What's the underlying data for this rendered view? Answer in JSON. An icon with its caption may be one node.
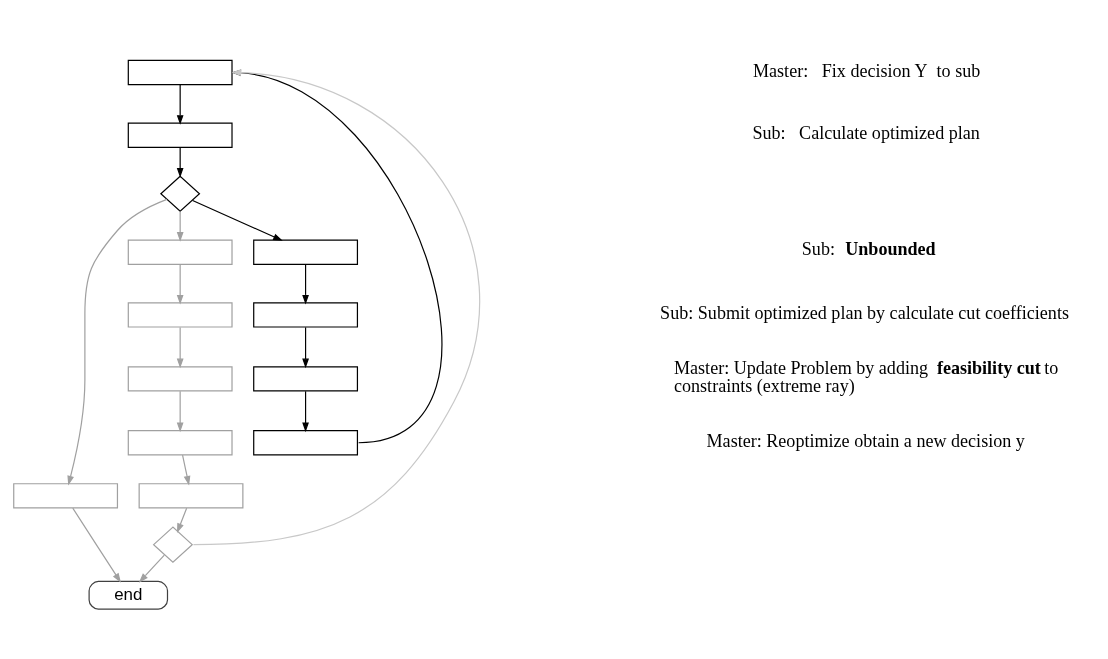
{
  "diagram": {
    "nodes": [
      {
        "text": [],
        "shape": "box"
      },
      {
        "text": [],
        "shape": "box"
      },
      {
        "text": [],
        "shape": "diamond"
      },
      {
        "text": [],
        "shape": "box"
      },
      {
        "text": [],
        "shape": "box"
      },
      {
        "text": [],
        "shape": "box"
      },
      {
        "text": [],
        "shape": "box"
      },
      {
        "text": [],
        "shape": "box"
      },
      {
        "text": [],
        "shape": "box"
      },
      {
        "text": [],
        "shape": "box"
      },
      {
        "text": [],
        "shape": "box"
      },
      {
        "text": [],
        "shape": "box"
      },
      {
        "text": [],
        "shape": "box"
      },
      {
        "text": [],
        "shape": "diamond"
      },
      {
        "text": [
          "end"
        ]
      }
    ],
    "edges": [
      {
        "from": 0,
        "to": 1,
        "arrow": "to",
        "color": "#000000"
      },
      {
        "from": 1,
        "to": 2,
        "arrow": "to",
        "color": "#000000"
      },
      {
        "from": 2,
        "to": 3,
        "arrow": "to"
      },
      {
        "from": 2,
        "to": 4,
        "arrow": "to"
      },
      {
        "from": 2,
        "to": 5,
        "arrow": "to",
        "color": "#000000"
      },
      {
        "from": 4,
        "to": 6,
        "arrow": "to"
      },
      {
        "from": 5,
        "to": 7,
        "arrow": "to",
        "color": "#000000"
      },
      {
        "from": 6,
        "to": 8,
        "arrow": "to"
      },
      {
        "from": 7,
        "to": 9,
        "arrow": "to",
        "color": "#000000"
      },
      {
        "from": 8,
        "to": 10,
        "arrow": "to"
      },
      {
        "from": 9,
        "to": 11,
        "arrow": "to",
        "color": "#000000"
      },
      {
        "from": 10,
        "to": 12,
        "arrow": "to"
      },
      {
        "from": 11,
        "to": 0,
        "arrow": "to",
        "color": "#000000"
      },
      {
        "from": 12,
        "to": 13,
        "arrow": "to"
      },
      {
        "from": 13,
        "to": 14,
        "arrow": "to"
      },
      {
        "from": 3,
        "to": 14,
        "arrow": "to"
      },
      {
        "from": 13,
        "to": 0,
        "arrow": "to",
        "color": "#c8c8c8"
      }
    ],
    "labels": [
      "Master:   Fix decision Y  to sub",
      "Sub:   Calculate optimized plan",
      "Sub:  **Unbounded**",
      "Sub: Submit optimized plan by calculate cut coefficients",
      "Master: Update Problem by adding **feasibility cut** to constraints (extreme ray)",
      "Master: Reoptimize obtain a new decision y"
    ]
  }
}
